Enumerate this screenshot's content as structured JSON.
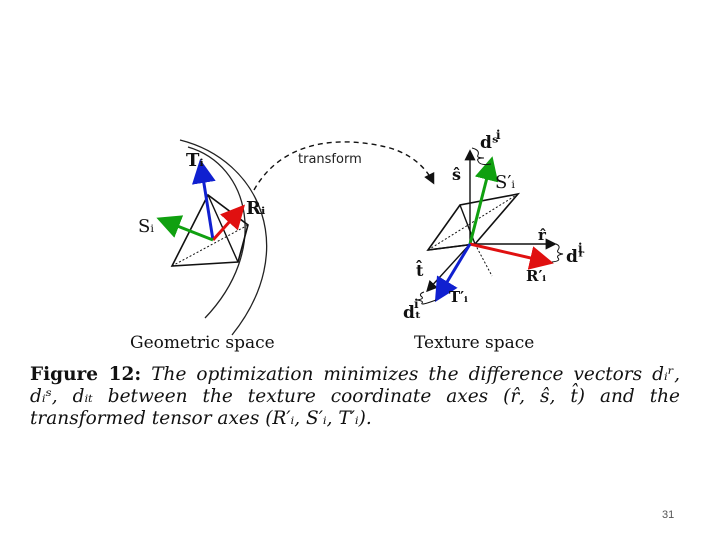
{
  "figure": {
    "labels": {
      "transform": "transform",
      "geometric_space": "Geometric space",
      "texture_space": "Texture space",
      "T_i": "Tᵢ",
      "R_i": "Rᵢ",
      "S_i": "Sᵢ",
      "d_s": "dˢ",
      "d_s_sup": "i",
      "s_hat": "ŝ",
      "S_i_prime": "S′ᵢ",
      "r_hat": "r̂",
      "d_r": "dʳ",
      "d_r_sup": "i",
      "R_i_prime": "R′ᵢ",
      "t_hat": "t̂",
      "T_i_prime": "T′ᵢ",
      "d_t": "dₜ",
      "d_t_sup": "i"
    },
    "colors": {
      "red_axis": "#e01010",
      "green_axis": "#10a010",
      "blue_axis": "#1020d0"
    }
  },
  "caption": {
    "label": "Figure 12:",
    "text": "The optimization minimizes the difference vectors dᵢʳ, dᵢˢ, dᵢₜ between the texture coordinate axes (r̂, ŝ, t̂) and the transformed tensor axes (R′ᵢ, S′ᵢ, T′ᵢ)."
  },
  "page_number": "31"
}
